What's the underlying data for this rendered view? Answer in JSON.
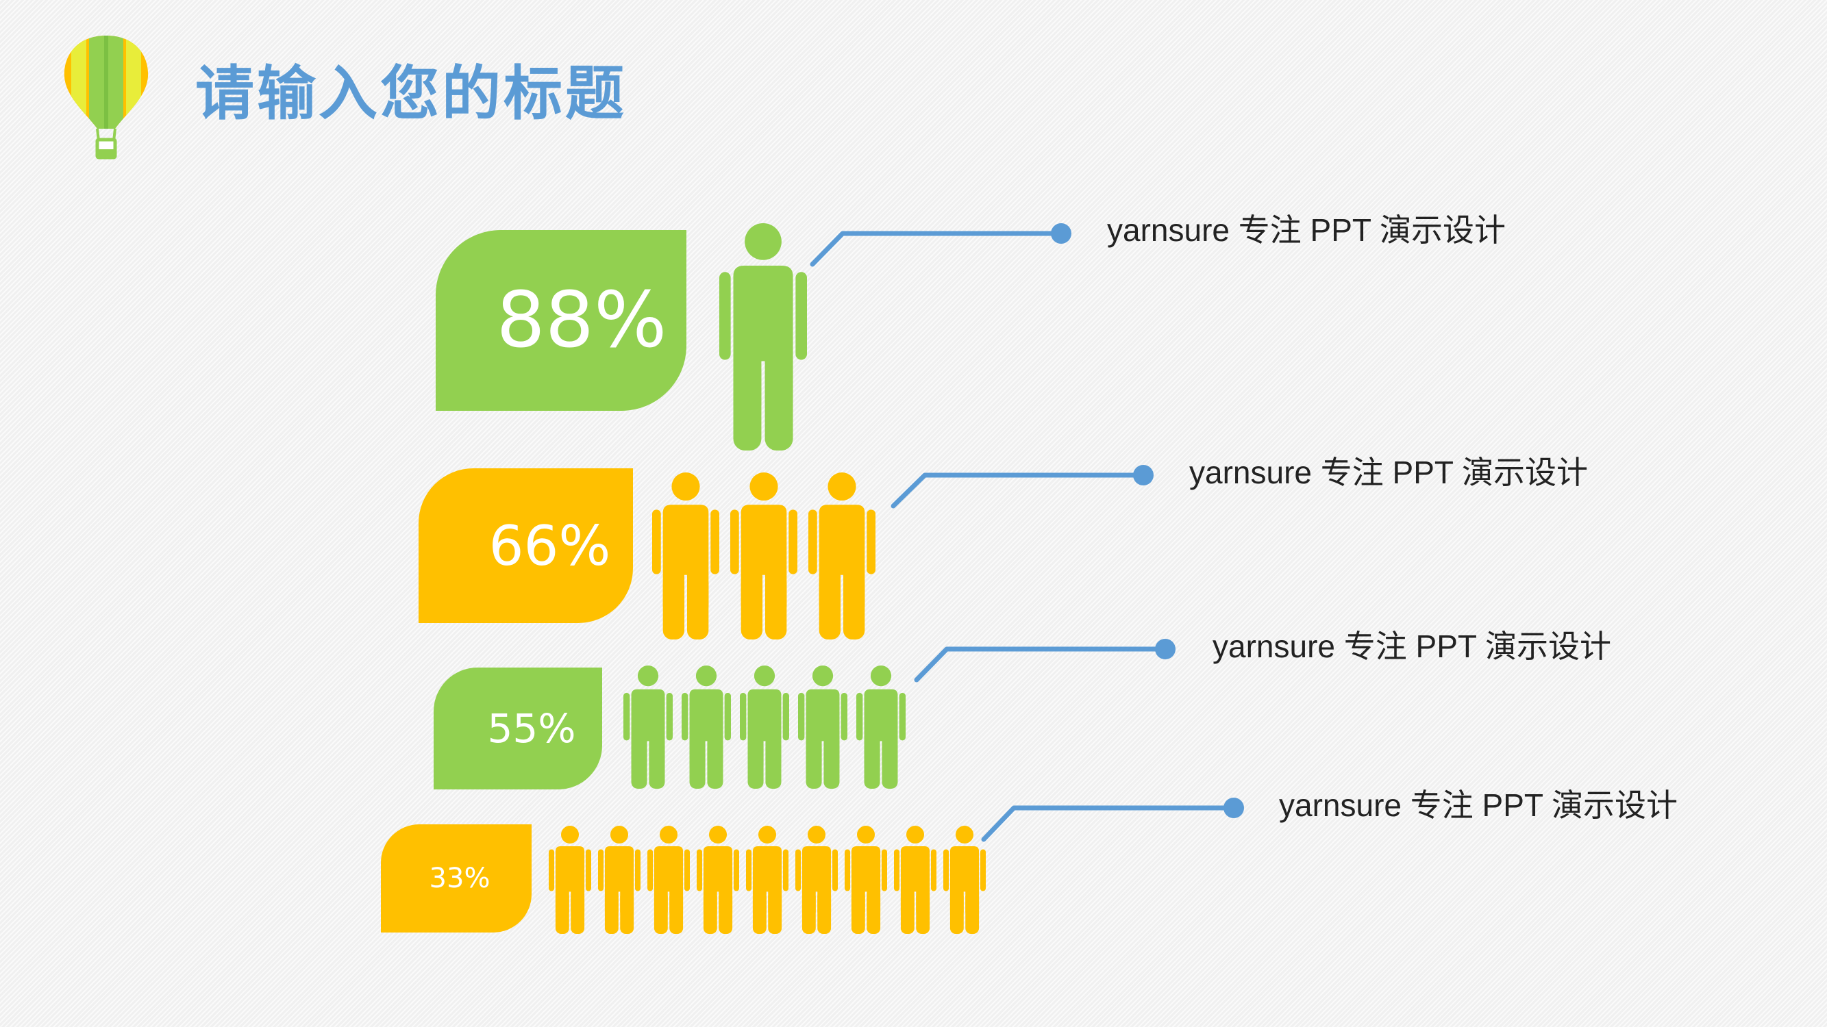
{
  "title": "请输入您的标题",
  "colors": {
    "title": "#5b9bd5",
    "green": "#92d050",
    "yellow": "#ffc000",
    "line": "#5b9bd5",
    "text": "#222222"
  },
  "balloon": {
    "icon": "hot-air-balloon-icon"
  },
  "rows": [
    {
      "percent_label": "88%",
      "value": 88,
      "color": "green",
      "person_count": 1,
      "description": "yarnsure 专注 PPT 演示设计"
    },
    {
      "percent_label": "66%",
      "value": 66,
      "color": "yellow",
      "person_count": 3,
      "description": "yarnsure 专注 PPT 演示设计"
    },
    {
      "percent_label": "55%",
      "value": 55,
      "color": "green",
      "person_count": 5,
      "description": "yarnsure 专注 PPT 演示设计"
    },
    {
      "percent_label": "33%",
      "value": 33,
      "color": "yellow",
      "person_count": 9,
      "description": "yarnsure 专注 PPT 演示设计"
    }
  ]
}
